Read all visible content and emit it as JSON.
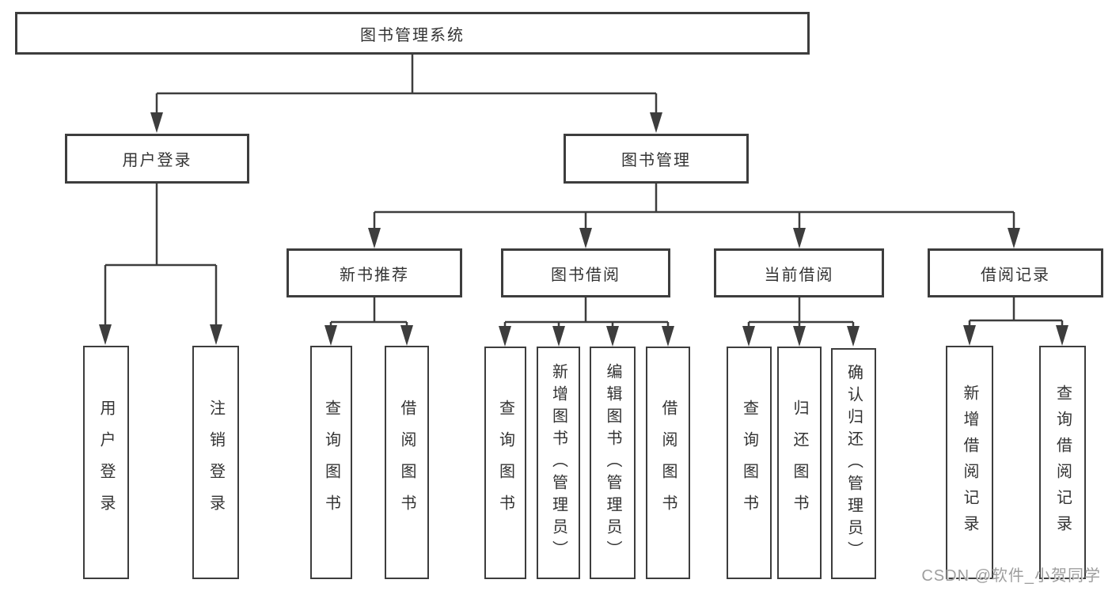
{
  "tree": {
    "root": {
      "label": "图书管理系统"
    },
    "branches": [
      {
        "label": "用户登录",
        "children": [
          {
            "label": "用户登录"
          },
          {
            "label": "注销登录"
          }
        ]
      },
      {
        "label": "图书管理",
        "children": [
          {
            "label": "新书推荐",
            "children": [
              {
                "label": "查询图书"
              },
              {
                "label": "借阅图书"
              }
            ]
          },
          {
            "label": "图书借阅",
            "children": [
              {
                "label": "查询图书"
              },
              {
                "label": "新增图书（管理员）"
              },
              {
                "label": "编辑图书（管理员）"
              },
              {
                "label": "借阅图书"
              }
            ]
          },
          {
            "label": "当前借阅",
            "children": [
              {
                "label": "查询图书"
              },
              {
                "label": "归还图书"
              },
              {
                "label": "确认归还（管理员）"
              }
            ]
          },
          {
            "label": "借阅记录",
            "children": [
              {
                "label": "新增借阅记录"
              },
              {
                "label": "查询借阅记录"
              }
            ]
          }
        ]
      }
    ]
  },
  "watermark": "CSDN @软件_小贺同学",
  "colors": {
    "line": "#3d3d3d",
    "text": "#333333",
    "watermark": "#9e9e9e",
    "background": "#ffffff"
  }
}
